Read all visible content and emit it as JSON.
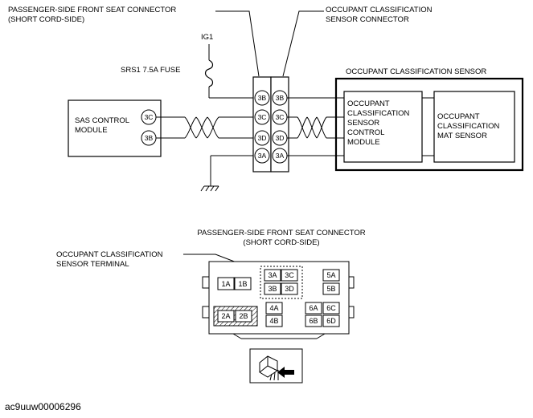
{
  "labels": {
    "pass_front_conn_l1": "PASSENGER-SIDE FRONT SEAT CONNECTOR",
    "pass_front_conn_l2": "(SHORT CORD-SIDE)",
    "ocs_conn_l1": "OCCUPANT CLASSIFICATION",
    "ocs_conn_l2": "SENSOR CONNECTOR",
    "ig1": "IG1",
    "fuse": "SRS1 7.5A FUSE",
    "ocs_title": "OCCUPANT CLASSIFICATION SENSOR",
    "sas_l1": "SAS CONTROL",
    "sas_l2": "MODULE",
    "ocs_module_l1": "OCCUPANT",
    "ocs_module_l2": "CLASSIFICATION",
    "ocs_module_l3": "SENSOR",
    "ocs_module_l4": "CONTROL",
    "ocs_module_l5": "MODULE",
    "mat_l1": "OCCUPANT",
    "mat_l2": "CLASSIFICATION",
    "mat_l3": "MAT SENSOR",
    "bottom_conn_l1": "PASSENGER-SIDE FRONT SEAT CONNECTOR",
    "bottom_conn_l2": "(SHORT CORD-SIDE)",
    "ocs_terminal_l1": "OCCUPANT CLASSIFICATION",
    "ocs_terminal_l2": "SENSOR TERMINAL"
  },
  "pins": {
    "sas": [
      "3C",
      "3B"
    ],
    "connector_left": [
      "3B",
      "3C",
      "3D",
      "3A"
    ],
    "connector_right": [
      "3B",
      "3C",
      "3D",
      "3A"
    ]
  },
  "terminals": {
    "t1A": "1A",
    "t1B": "1B",
    "t2A": "2A",
    "t2B": "2B",
    "t3A": "3A",
    "t3C": "3C",
    "t3B": "3B",
    "t3D": "3D",
    "t4A": "4A",
    "t4B": "4B",
    "t5A": "5A",
    "t5B": "5B",
    "t6A": "6A",
    "t6C": "6C",
    "t6B": "6B",
    "t6D": "6D"
  },
  "image_id": "ac9uuw00006296"
}
